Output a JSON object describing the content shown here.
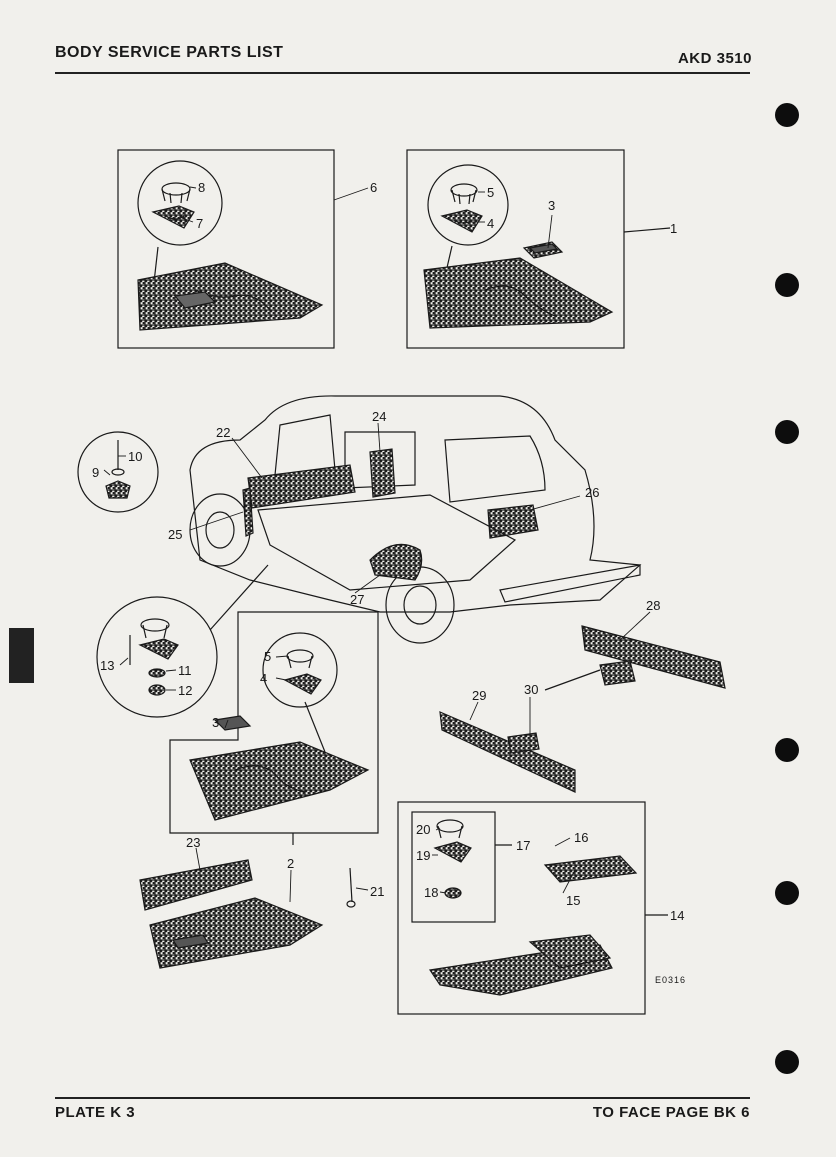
{
  "header": {
    "title": "BODY SERVICE PARTS LIST",
    "code": "AKD 3510"
  },
  "footer": {
    "plate": "PLATE K 3",
    "face_page": "TO FACE PAGE BK 6"
  },
  "drawing_ref": "E0316",
  "callouts": [
    "1",
    "2",
    "3",
    "4",
    "5",
    "6",
    "7",
    "8",
    "9",
    "10",
    "11",
    "12",
    "13",
    "14",
    "15",
    "16",
    "17",
    "18",
    "19",
    "20",
    "21",
    "22",
    "23",
    "24",
    "25",
    "26",
    "27",
    "28",
    "29",
    "30"
  ],
  "extra_callouts": [
    "3",
    "4",
    "5"
  ],
  "colors": {
    "paper": "#f1f0ec",
    "ink": "#1a1a1a",
    "punch_hole": "#0d0d0d"
  }
}
